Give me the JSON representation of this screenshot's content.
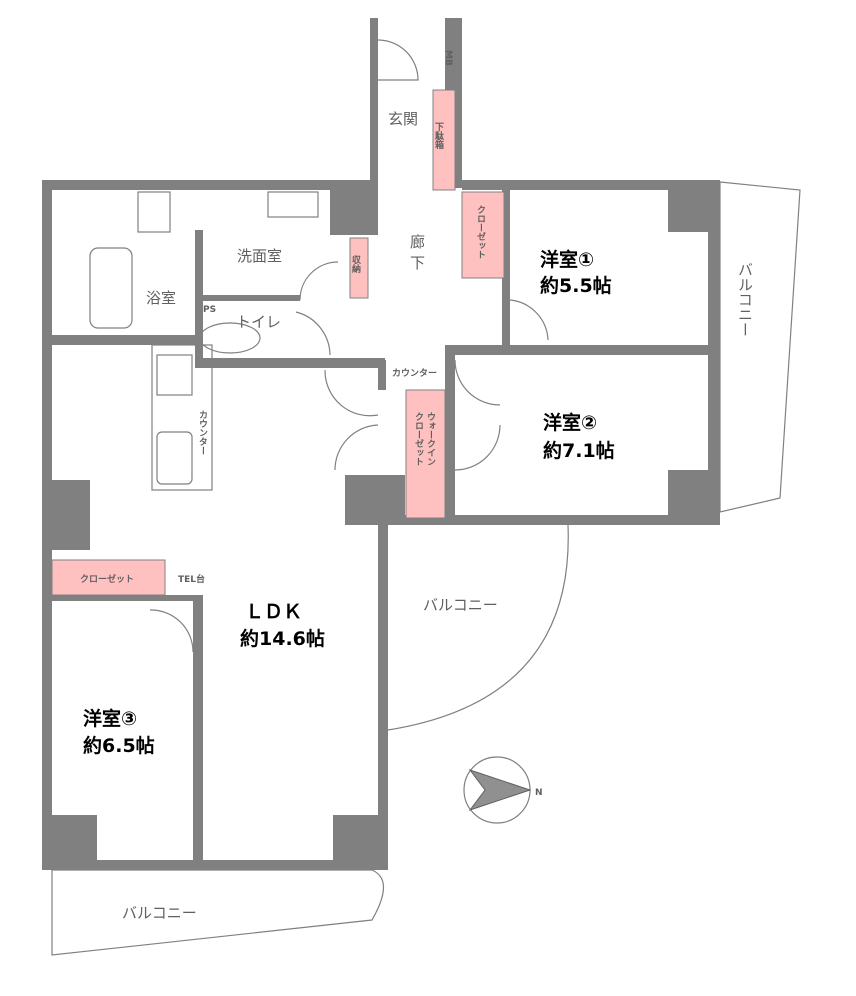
{
  "rooms": {
    "entrance": "玄関",
    "shoe_cabinet": "下駄箱",
    "hallway_1": "廊",
    "hallway_2": "下",
    "washroom": "洗面室",
    "bath": "浴室",
    "storage": "収納",
    "toilet": "トイレ",
    "ps": "PS",
    "mb": "MB",
    "counter_top": "カウンター",
    "counter_kitchen": "カウンター",
    "closet_1": "クローゼット",
    "walk_in_1": "ウォークイン",
    "walk_in_2": "クローゼット",
    "western_1": {
      "name": "洋室①",
      "size": "約5.5帖"
    },
    "western_2": {
      "name": "洋室②",
      "size": "約7.1帖"
    },
    "western_3": {
      "name": "洋室③",
      "size": "約6.5帖"
    },
    "ldk": {
      "name": "ＬＤＫ",
      "size": "約14.6帖"
    },
    "closet_3": "クローゼット",
    "tel": "TEL台",
    "balcony_right": "バルコニー",
    "balcony_middle": "バルコニー",
    "balcony_bottom": "バルコニー"
  },
  "compass": {
    "north_label": "N"
  },
  "colors": {
    "wall": "#808080",
    "storage": "#ffc0c0"
  }
}
